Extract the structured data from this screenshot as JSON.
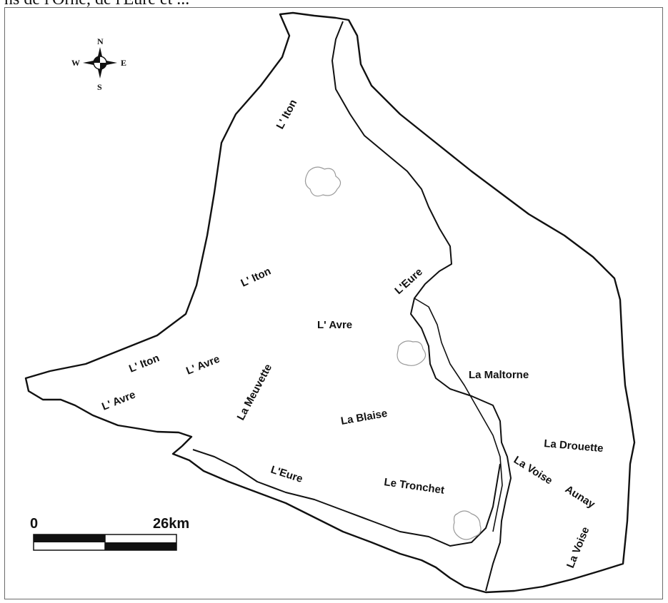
{
  "caption": "ns de l'Orne, de l'Eure et ...",
  "compass": {
    "n": "N",
    "s": "S",
    "e": "E",
    "w": "W",
    "icon": "compass-rose-icon"
  },
  "scale": {
    "start": "0",
    "end": "26km"
  },
  "rivers": {
    "iton_north": "L' Iton",
    "iton_mid": "L' Iton",
    "iton_west": "L' Iton",
    "avre_center": "L' Avre",
    "avre_mid": "L' Avre",
    "avre_west": "L' Avre",
    "eure_north": "L'Eure",
    "eure_south": "L'Eure",
    "meuvette": "La Meuvette",
    "blaise": "La Blaise",
    "maltorne": "La Maltorne",
    "drouette": "La Drouette",
    "voise_1": "La Voise",
    "voise_2": "La Voise",
    "aunay": "Aunay",
    "tronchet": "Le Tronchet"
  },
  "colors": {
    "line": "#111111",
    "lake": "#9a9a9a",
    "frame": "#6b6b6b"
  }
}
